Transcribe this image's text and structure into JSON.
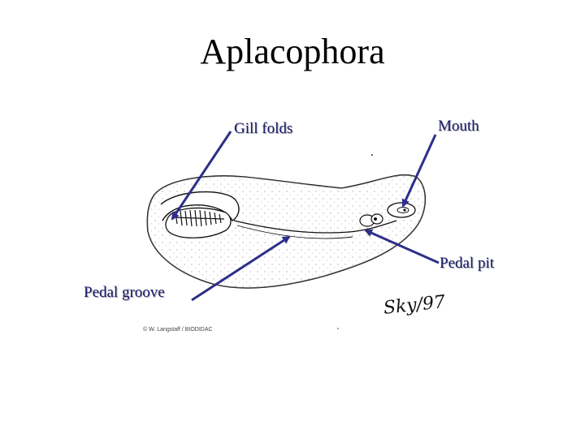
{
  "title": "Aplacophora",
  "labels": {
    "gill_folds": "Gill folds",
    "mouth": "Mouth",
    "pedal_pit": "Pedal pit",
    "pedal_groove": "Pedal groove"
  },
  "credit": "© W. Langstaff / BIODIDAC",
  "signature": "Sky/97",
  "colors": {
    "arrow": "#2e2e8a",
    "label_text": "#1a1a6e",
    "label_shadow": "#a8a8a8",
    "drawing": "#111111"
  }
}
